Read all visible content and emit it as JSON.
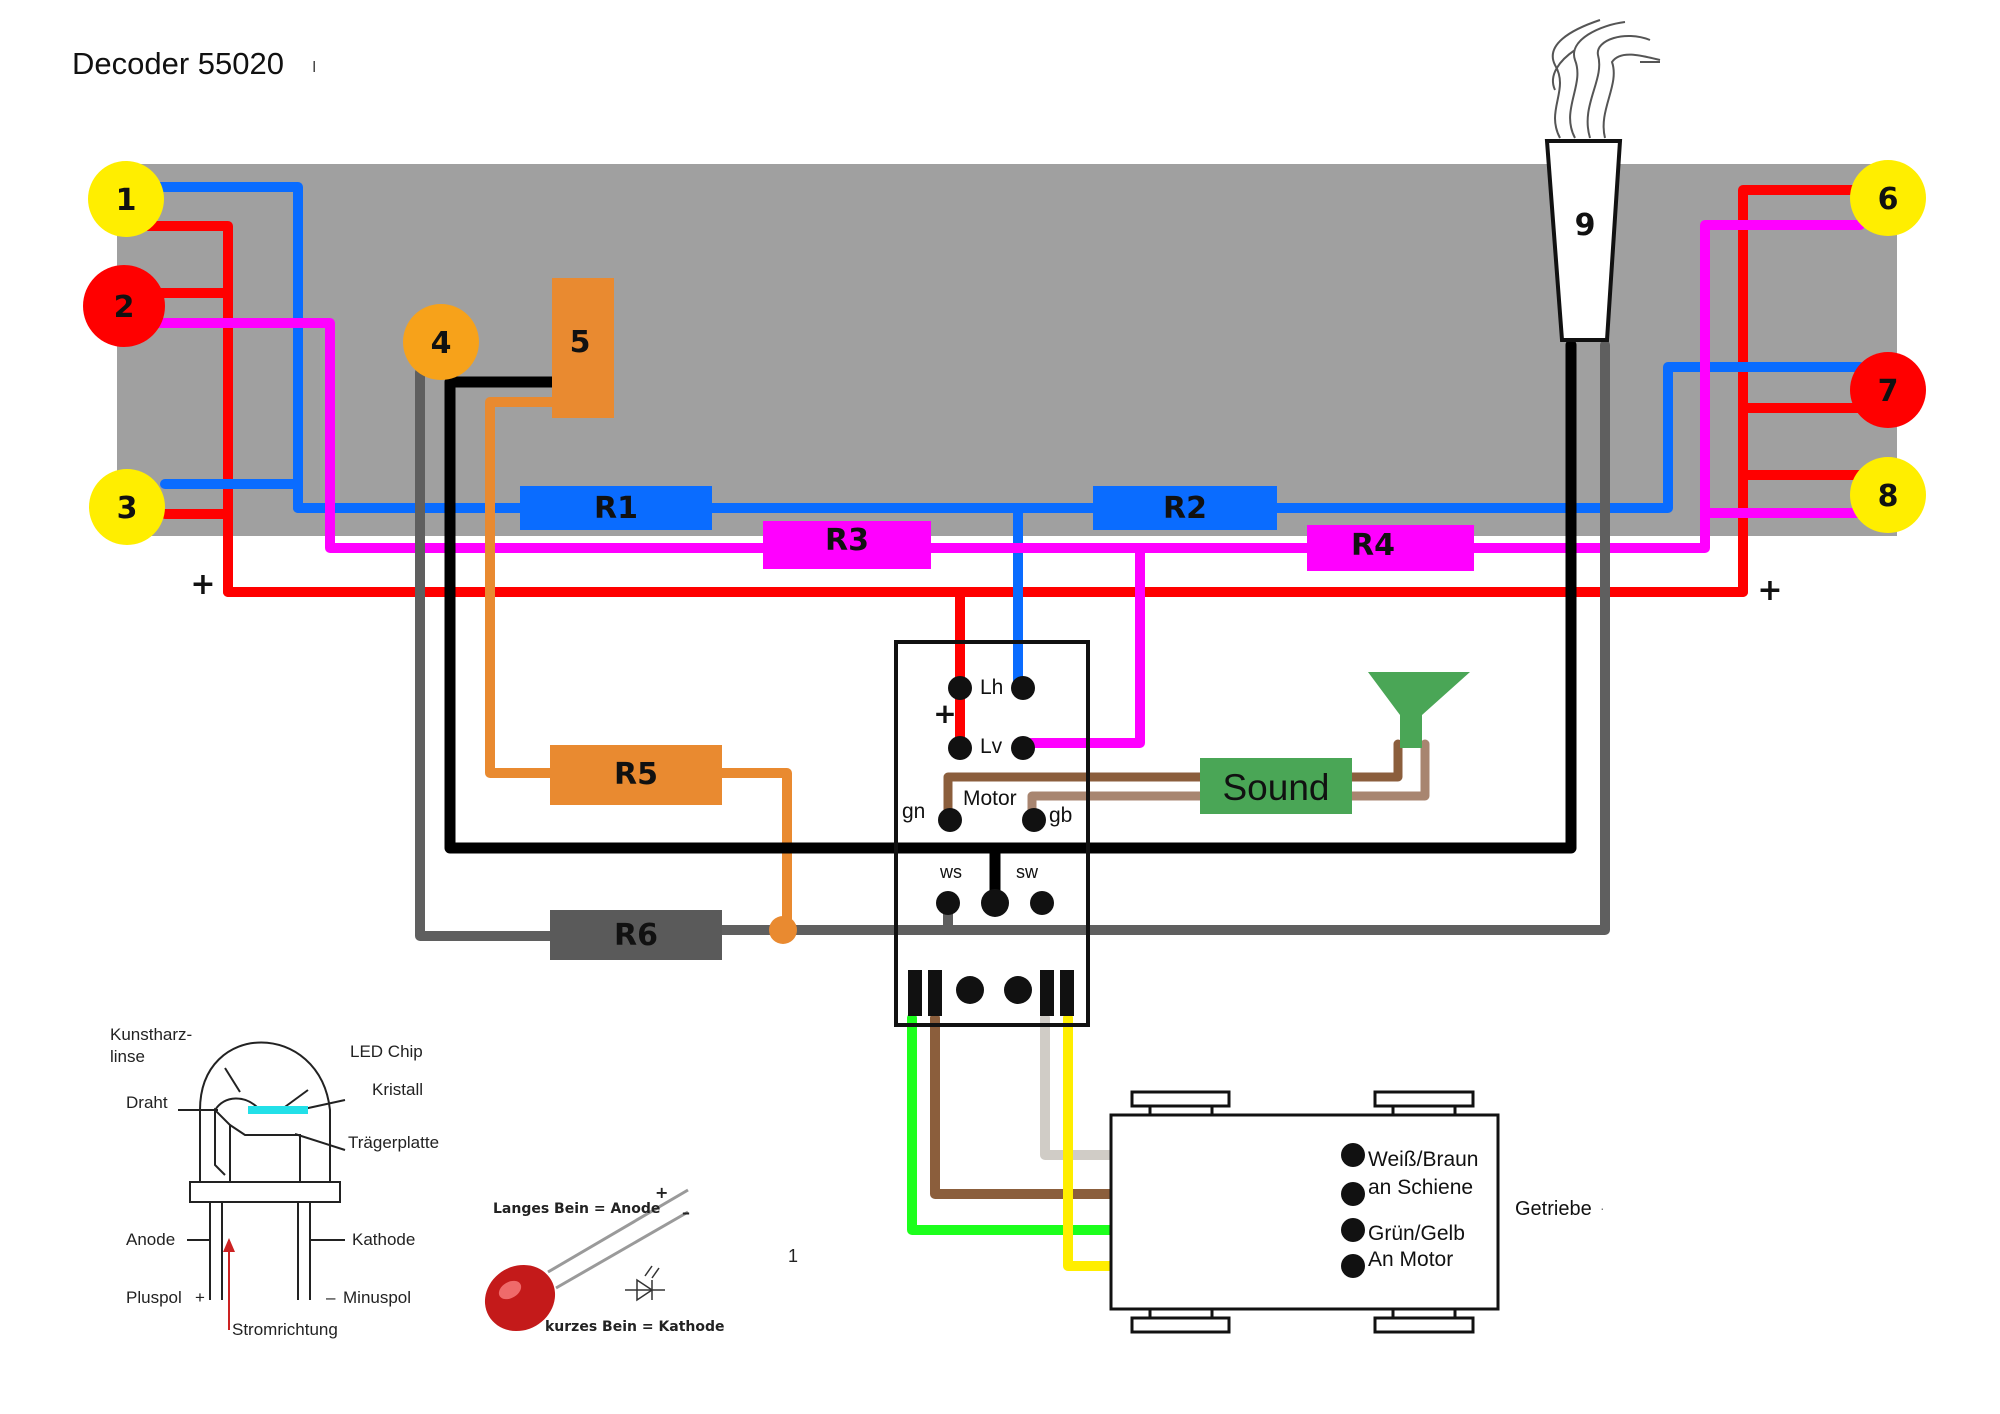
{
  "title": "Decoder 55020",
  "title_mark": "I",
  "connectors": [
    {
      "label": "1",
      "color": "#ffee00"
    },
    {
      "label": "2",
      "color": "#ff0000"
    },
    {
      "label": "3",
      "color": "#ffee00"
    },
    {
      "label": "4",
      "color": "#f7a21a"
    },
    {
      "label": "5",
      "color": "#e98a30"
    },
    {
      "label": "6",
      "color": "#ffee00"
    },
    {
      "label": "7",
      "color": "#ff0000"
    },
    {
      "label": "8",
      "color": "#ffee00"
    },
    {
      "label": "9",
      "color": "#ffffff"
    }
  ],
  "resistors": [
    {
      "label": "R1",
      "color": "#0a6cff"
    },
    {
      "label": "R2",
      "color": "#0a6cff"
    },
    {
      "label": "R3",
      "color": "#ff00ff"
    },
    {
      "label": "R4",
      "color": "#ff00ff"
    },
    {
      "label": "R5",
      "color": "#e98a30"
    },
    {
      "label": "R6",
      "color": "#5a5a5a"
    }
  ],
  "plus_left": "+",
  "plus_right": "+",
  "decoder": {
    "lh": "Lh",
    "lv": "Lv",
    "plus": "+",
    "motor": "Motor",
    "gn": "gn",
    "gb": "gb",
    "ws": "ws",
    "sw": "sw"
  },
  "sound": {
    "label": "Sound",
    "color": "#4aa656"
  },
  "motor_block": {
    "line1": "Weiß/Braun",
    "line2": "an Schiene",
    "line3": "Grün/Gelb",
    "line4": "An Motor",
    "getriebe": "Getriebe",
    "getriebe_mark": "·"
  },
  "led_diagram": {
    "kunstharz": "Kunstharz-",
    "linse": "linse",
    "led_chip": "LED Chip",
    "kristall": "Kristall",
    "draht": "Draht",
    "traegerplatte": "Trägerplatte",
    "anode": "Anode",
    "kathode": "Kathode",
    "pluspol": "Pluspol",
    "plus": "+",
    "minuspol": "Minuspol",
    "minus": "–",
    "stromrichtung": "Stromrichtung"
  },
  "led_photo": {
    "langes": "Langes Bein = Anode",
    "kurzes": "kurzes Bein = Kathode",
    "plus": "+",
    "minus": "–"
  },
  "page_number": "1",
  "colors": {
    "board": "#a0a0a0",
    "red": "#ff0000",
    "blue": "#0a6cff",
    "magenta": "#ff00ff",
    "orange": "#e98a30",
    "black": "#000000",
    "gray": "#5f5f5f",
    "brown": "#8b5e3c",
    "tan": "#a88570",
    "green": "#1cff1c",
    "yellow": "#ffee00",
    "lightgray": "#d0ccc6"
  }
}
